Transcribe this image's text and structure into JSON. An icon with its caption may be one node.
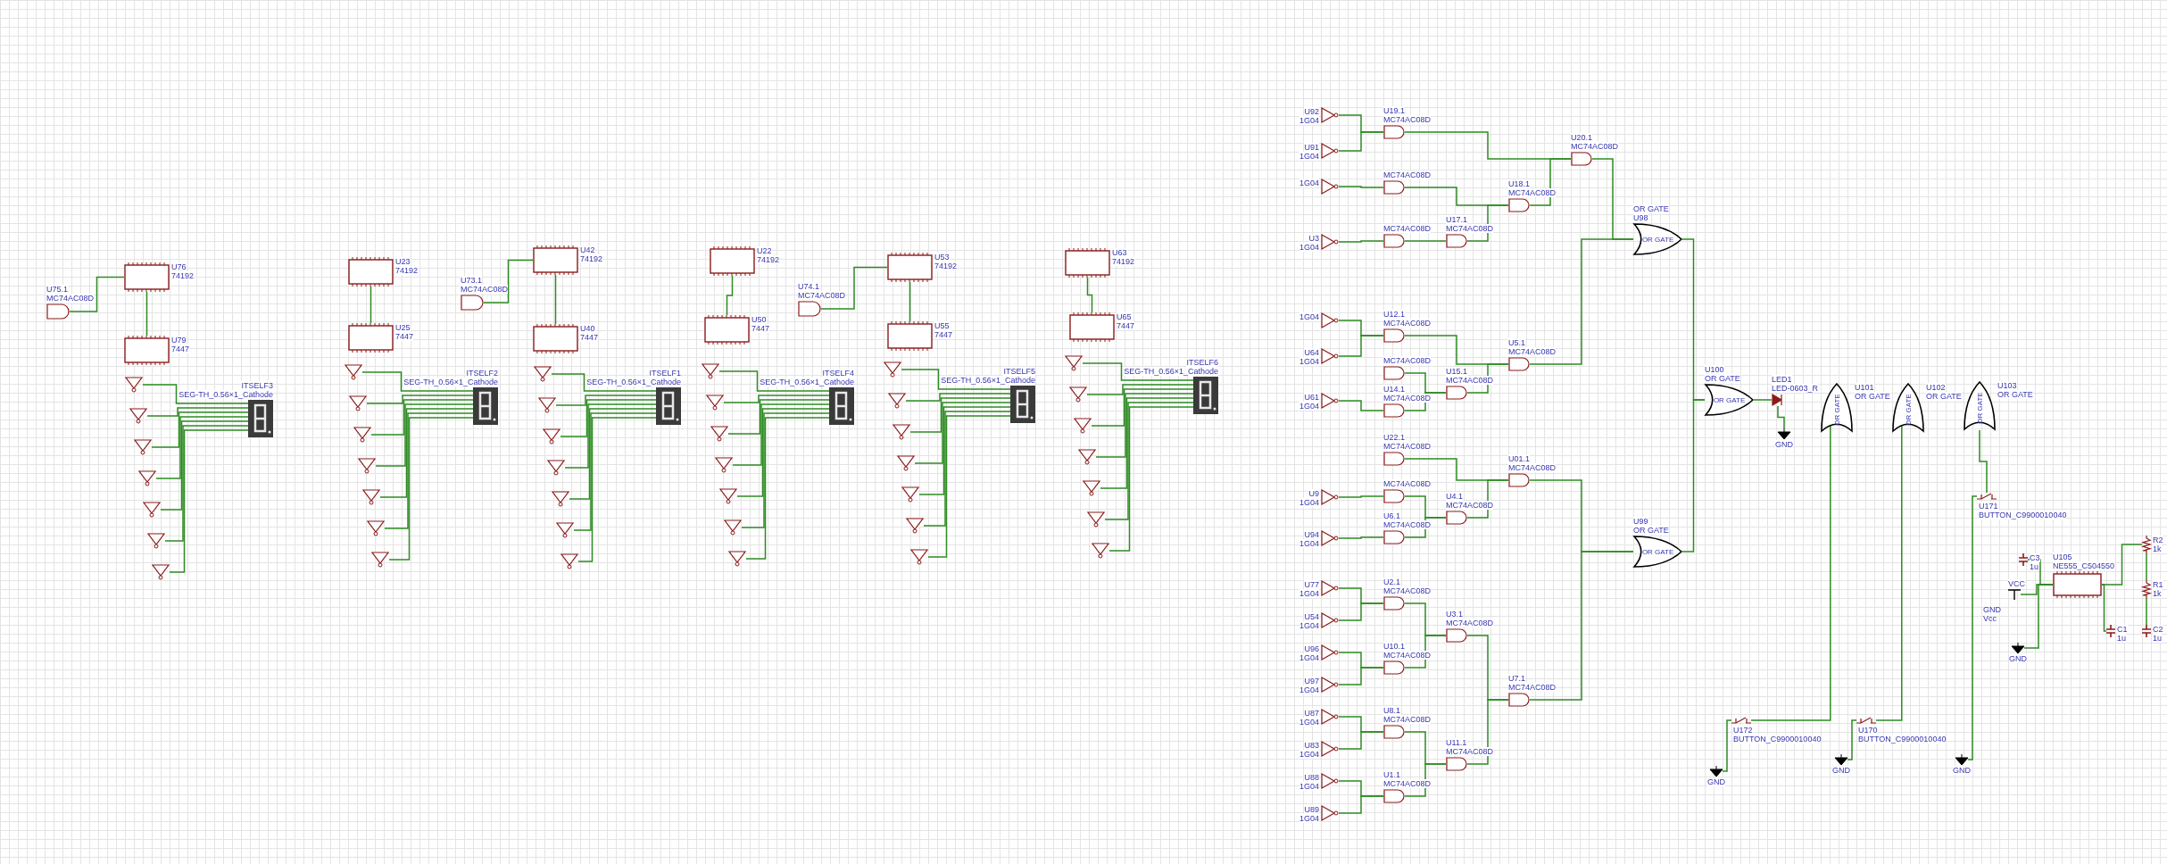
{
  "diagram": {
    "nodes": [
      {
        "text": [
          "U76",
          "74192"
        ]
      },
      {
        "text": [
          "U79",
          "7447"
        ]
      },
      {
        "text": [],
        "shape": "triangle"
      },
      {
        "text": [],
        "shape": "triangle"
      },
      {
        "text": [],
        "shape": "triangle"
      },
      {
        "text": [],
        "shape": "triangle"
      },
      {
        "text": [],
        "shape": "triangle"
      },
      {
        "text": [],
        "shape": "triangle"
      },
      {
        "text": [],
        "shape": "triangle"
      },
      {
        "text": [
          "ITSELF3",
          "SEG-TH_0.56×1_Cathode"
        ]
      },
      {
        "text": [
          "U23",
          "74192"
        ]
      },
      {
        "text": [
          "U25",
          "7447"
        ]
      },
      {
        "text": [],
        "shape": "triangle"
      },
      {
        "text": [],
        "shape": "triangle"
      },
      {
        "text": [],
        "shape": "triangle"
      },
      {
        "text": [],
        "shape": "triangle"
      },
      {
        "text": [],
        "shape": "triangle"
      },
      {
        "text": [],
        "shape": "triangle"
      },
      {
        "text": [],
        "shape": "triangle"
      },
      {
        "text": [
          "ITSELF2",
          "SEG-TH_0.56×1_Cathode"
        ]
      },
      {
        "text": [
          "U42",
          "74192"
        ]
      },
      {
        "text": [
          "U40",
          "7447"
        ]
      },
      {
        "text": [],
        "shape": "triangle"
      },
      {
        "text": [],
        "shape": "triangle"
      },
      {
        "text": [],
        "shape": "triangle"
      },
      {
        "text": [],
        "shape": "triangle"
      },
      {
        "text": [],
        "shape": "triangle"
      },
      {
        "text": [],
        "shape": "triangle"
      },
      {
        "text": [],
        "shape": "triangle"
      },
      {
        "text": [
          "ITSELF1",
          "SEG-TH_0.56×1_Cathode"
        ]
      },
      {
        "text": [
          "U22",
          "74192"
        ]
      },
      {
        "text": [
          "U50",
          "7447"
        ]
      },
      {
        "text": [],
        "shape": "triangle"
      },
      {
        "text": [],
        "shape": "triangle"
      },
      {
        "text": [],
        "shape": "triangle"
      },
      {
        "text": [],
        "shape": "triangle"
      },
      {
        "text": [],
        "shape": "triangle"
      },
      {
        "text": [],
        "shape": "triangle"
      },
      {
        "text": [],
        "shape": "triangle"
      },
      {
        "text": [
          "ITSELF4",
          "SEG-TH_0.56×1_Cathode"
        ]
      },
      {
        "text": [
          "U53",
          "74192"
        ]
      },
      {
        "text": [
          "U55",
          "7447"
        ]
      },
      {
        "text": [],
        "shape": "triangle"
      },
      {
        "text": [],
        "shape": "triangle"
      },
      {
        "text": [],
        "shape": "triangle"
      },
      {
        "text": [],
        "shape": "triangle"
      },
      {
        "text": [],
        "shape": "triangle"
      },
      {
        "text": [],
        "shape": "triangle"
      },
      {
        "text": [],
        "shape": "triangle"
      },
      {
        "text": [
          "ITSELF5",
          "SEG-TH_0.56×1_Cathode"
        ]
      },
      {
        "text": [
          "U63",
          "74192"
        ]
      },
      {
        "text": [
          "U65",
          "7447"
        ]
      },
      {
        "text": [],
        "shape": "triangle"
      },
      {
        "text": [],
        "shape": "triangle"
      },
      {
        "text": [],
        "shape": "triangle"
      },
      {
        "text": [],
        "shape": "triangle"
      },
      {
        "text": [],
        "shape": "triangle"
      },
      {
        "text": [],
        "shape": "triangle"
      },
      {
        "text": [],
        "shape": "triangle"
      },
      {
        "text": [
          "ITSELF6",
          "SEG-TH_0.56×1_Cathode"
        ]
      },
      {
        "text": [
          "U75.1",
          "MC74AC08D"
        ]
      },
      {
        "text": [
          "U73.1",
          "MC74AC08D"
        ]
      },
      {
        "text": [
          "U74.1",
          "MC74AC08D"
        ]
      },
      {
        "text": [
          "U92",
          "1G04"
        ]
      },
      {
        "text": [
          "U91",
          "1G04"
        ]
      },
      {
        "text": [
          "1G04"
        ]
      },
      {
        "text": [
          "U19.1",
          "MC74AC08D"
        ]
      },
      {
        "text": [
          "MC74AC08D"
        ]
      },
      {
        "text": [
          "U3",
          "1G04"
        ]
      },
      {
        "text": [
          "MC74AC08D"
        ]
      },
      {
        "text": [
          "U17.1",
          "MC74AC08D"
        ]
      },
      {
        "text": [
          "U18.1",
          "MC74AC08D"
        ]
      },
      {
        "text": [
          "U20.1",
          "MC74AC08D"
        ]
      },
      {
        "text": [
          "OR GATE",
          "U98",
          "OR GATE"
        ]
      },
      {
        "text": [
          "1G04"
        ]
      },
      {
        "text": [
          "U64",
          "1G04"
        ]
      },
      {
        "text": [
          "U12.1",
          "MC74AC08D"
        ]
      },
      {
        "text": [
          "MC74AC08D"
        ]
      },
      {
        "text": [
          "U61",
          "1G04"
        ]
      },
      {
        "text": [
          "U14.1",
          "MC74AC08D"
        ]
      },
      {
        "text": [
          "U15.1",
          "MC74AC08D"
        ]
      },
      {
        "text": [
          "U5.1",
          "MC74AC08D"
        ]
      },
      {
        "text": [
          "U22.1",
          "MC74AC08D"
        ]
      },
      {
        "text": [
          "U9",
          "1G04"
        ]
      },
      {
        "text": [
          "MC74AC08D"
        ]
      },
      {
        "text": [
          "U94",
          "1G04"
        ]
      },
      {
        "text": [
          "U6.1",
          "MC74AC08D"
        ]
      },
      {
        "text": [
          "U4.1",
          "MC74AC08D"
        ]
      },
      {
        "text": [
          "U01.1",
          "MC74AC08D"
        ]
      },
      {
        "text": [
          "U99",
          "OR GATE",
          "OR GATE"
        ]
      },
      {
        "text": [
          "U77",
          "1G04"
        ]
      },
      {
        "text": [
          "U54",
          "1G04"
        ]
      },
      {
        "text": [
          "U96",
          "1G04"
        ]
      },
      {
        "text": [
          "U97",
          "1G04"
        ]
      },
      {
        "text": [
          "U87",
          "1G04"
        ]
      },
      {
        "text": [
          "U83",
          "1G04"
        ]
      },
      {
        "text": [
          "U88",
          "1G04"
        ]
      },
      {
        "text": [
          "U89",
          "1G04"
        ]
      },
      {
        "text": [
          "U2.1",
          "MC74AC08D"
        ]
      },
      {
        "text": [
          "U10.1",
          "MC74AC08D"
        ]
      },
      {
        "text": [
          "U3.1",
          "MC74AC08D"
        ]
      },
      {
        "text": [
          "U8.1",
          "MC74AC08D"
        ]
      },
      {
        "text": [
          "U1.1",
          "MC74AC08D"
        ]
      },
      {
        "text": [
          "U11.1",
          "MC74AC08D"
        ]
      },
      {
        "text": [
          "U7.1",
          "MC74AC08D"
        ]
      },
      {
        "text": [
          "U100",
          "OR GATE",
          "OR GATE"
        ]
      },
      {
        "text": [
          "LED1",
          "LED-0603_R"
        ]
      },
      {
        "text": [
          "GND"
        ]
      },
      {
        "text": [
          "U101",
          "OR GATE",
          "OR GATE"
        ]
      },
      {
        "text": [
          "U102",
          "OR GATE",
          "OR GATE"
        ]
      },
      {
        "text": [
          "U103",
          "OR GATE",
          "OR GATE"
        ]
      },
      {
        "text": [
          "U172",
          "BUTTON_C9900010040"
        ]
      },
      {
        "text": [
          "GND"
        ]
      },
      {
        "text": [
          "U170",
          "BUTTON_C9900010040"
        ]
      },
      {
        "text": [
          "GND"
        ]
      },
      {
        "text": [
          "U171",
          "BUTTON_C9900010040"
        ]
      },
      {
        "text": [
          "GND"
        ]
      },
      {
        "text": [
          "U105",
          "NE555_C504550"
        ]
      },
      {
        "text": [
          "VCC"
        ]
      },
      {
        "text": [
          "GND"
        ]
      },
      {
        "text": [
          "C3",
          "1u"
        ]
      },
      {
        "text": [
          "R2",
          "1k"
        ]
      },
      {
        "text": [
          "R1",
          "1k"
        ]
      },
      {
        "text": [
          "C1",
          "1u"
        ]
      },
      {
        "text": [
          "C2",
          "1u"
        ]
      }
    ],
    "edges": [
      {
        "from": 0,
        "to": 1,
        "arrow": "none"
      },
      {
        "from": 2,
        "to": 9,
        "arrow": "none"
      },
      {
        "from": 3,
        "to": 9,
        "arrow": "none"
      },
      {
        "from": 4,
        "to": 9,
        "arrow": "none"
      },
      {
        "from": 5,
        "to": 9,
        "arrow": "none"
      },
      {
        "from": 6,
        "to": 9,
        "arrow": "none"
      },
      {
        "from": 7,
        "to": 9,
        "arrow": "none"
      },
      {
        "from": 8,
        "to": 9,
        "arrow": "none"
      },
      {
        "from": 10,
        "to": 11,
        "arrow": "none"
      },
      {
        "from": 12,
        "to": 19,
        "arrow": "none"
      },
      {
        "from": 13,
        "to": 19,
        "arrow": "none"
      },
      {
        "from": 14,
        "to": 19,
        "arrow": "none"
      },
      {
        "from": 15,
        "to": 19,
        "arrow": "none"
      },
      {
        "from": 16,
        "to": 19,
        "arrow": "none"
      },
      {
        "from": 17,
        "to": 19,
        "arrow": "none"
      },
      {
        "from": 18,
        "to": 19,
        "arrow": "none"
      },
      {
        "from": 20,
        "to": 21,
        "arrow": "none"
      },
      {
        "from": 22,
        "to": 29,
        "arrow": "none"
      },
      {
        "from": 23,
        "to": 29,
        "arrow": "none"
      },
      {
        "from": 24,
        "to": 29,
        "arrow": "none"
      },
      {
        "from": 25,
        "to": 29,
        "arrow": "none"
      },
      {
        "from": 26,
        "to": 29,
        "arrow": "none"
      },
      {
        "from": 27,
        "to": 29,
        "arrow": "none"
      },
      {
        "from": 28,
        "to": 29,
        "arrow": "none"
      },
      {
        "from": 30,
        "to": 31,
        "arrow": "none"
      },
      {
        "from": 32,
        "to": 39,
        "arrow": "none"
      },
      {
        "from": 33,
        "to": 39,
        "arrow": "none"
      },
      {
        "from": 34,
        "to": 39,
        "arrow": "none"
      },
      {
        "from": 35,
        "to": 39,
        "arrow": "none"
      },
      {
        "from": 36,
        "to": 39,
        "arrow": "none"
      },
      {
        "from": 37,
        "to": 39,
        "arrow": "none"
      },
      {
        "from": 38,
        "to": 39,
        "arrow": "none"
      },
      {
        "from": 40,
        "to": 41,
        "arrow": "none"
      },
      {
        "from": 42,
        "to": 49,
        "arrow": "none"
      },
      {
        "from": 43,
        "to": 49,
        "arrow": "none"
      },
      {
        "from": 44,
        "to": 49,
        "arrow": "none"
      },
      {
        "from": 45,
        "to": 49,
        "arrow": "none"
      },
      {
        "from": 46,
        "to": 49,
        "arrow": "none"
      },
      {
        "from": 47,
        "to": 49,
        "arrow": "none"
      },
      {
        "from": 48,
        "to": 49,
        "arrow": "none"
      },
      {
        "from": 50,
        "to": 51,
        "arrow": "none"
      },
      {
        "from": 52,
        "to": 59,
        "arrow": "none"
      },
      {
        "from": 53,
        "to": 59,
        "arrow": "none"
      },
      {
        "from": 54,
        "to": 59,
        "arrow": "none"
      },
      {
        "from": 55,
        "to": 59,
        "arrow": "none"
      },
      {
        "from": 56,
        "to": 59,
        "arrow": "none"
      },
      {
        "from": 57,
        "to": 59,
        "arrow": "none"
      },
      {
        "from": 58,
        "to": 59,
        "arrow": "none"
      },
      {
        "from": 60,
        "to": 0,
        "arrow": "none"
      },
      {
        "from": 61,
        "to": 20,
        "arrow": "none"
      },
      {
        "from": 62,
        "to": 40,
        "arrow": "none"
      },
      {
        "from": 63,
        "to": 66,
        "arrow": "none"
      },
      {
        "from": 64,
        "to": 66,
        "arrow": "none"
      },
      {
        "from": 65,
        "to": 67,
        "arrow": "none"
      },
      {
        "from": 68,
        "to": 69,
        "arrow": "none"
      },
      {
        "from": 69,
        "to": 70,
        "arrow": "none"
      },
      {
        "from": 66,
        "to": 72,
        "arrow": "none"
      },
      {
        "from": 67,
        "to": 71,
        "arrow": "none"
      },
      {
        "from": 70,
        "to": 71,
        "arrow": "none"
      },
      {
        "from": 71,
        "to": 72,
        "arrow": "none"
      },
      {
        "from": 72,
        "to": 73,
        "arrow": "none"
      },
      {
        "from": 74,
        "to": 76,
        "arrow": "none"
      },
      {
        "from": 75,
        "to": 76,
        "arrow": "none"
      },
      {
        "from": 78,
        "to": 79,
        "arrow": "none"
      },
      {
        "from": 76,
        "to": 81,
        "arrow": "none"
      },
      {
        "from": 77,
        "to": 80,
        "arrow": "none"
      },
      {
        "from": 79,
        "to": 80,
        "arrow": "none"
      },
      {
        "from": 80,
        "to": 81,
        "arrow": "none"
      },
      {
        "from": 81,
        "to": 73,
        "arrow": "none"
      },
      {
        "from": 83,
        "to": 84,
        "arrow": "none"
      },
      {
        "from": 85,
        "to": 86,
        "arrow": "none"
      },
      {
        "from": 82,
        "to": 88,
        "arrow": "none"
      },
      {
        "from": 84,
        "to": 87,
        "arrow": "none"
      },
      {
        "from": 86,
        "to": 87,
        "arrow": "none"
      },
      {
        "from": 87,
        "to": 88,
        "arrow": "none"
      },
      {
        "from": 88,
        "to": 89,
        "arrow": "none"
      },
      {
        "from": 90,
        "to": 98,
        "arrow": "none"
      },
      {
        "from": 91,
        "to": 98,
        "arrow": "none"
      },
      {
        "from": 92,
        "to": 99,
        "arrow": "none"
      },
      {
        "from": 93,
        "to": 99,
        "arrow": "none"
      },
      {
        "from": 94,
        "to": 101,
        "arrow": "none"
      },
      {
        "from": 95,
        "to": 101,
        "arrow": "none"
      },
      {
        "from": 96,
        "to": 102,
        "arrow": "none"
      },
      {
        "from": 97,
        "to": 102,
        "arrow": "none"
      },
      {
        "from": 98,
        "to": 100,
        "arrow": "none"
      },
      {
        "from": 99,
        "to": 100,
        "arrow": "none"
      },
      {
        "from": 101,
        "to": 103,
        "arrow": "none"
      },
      {
        "from": 102,
        "to": 103,
        "arrow": "none"
      },
      {
        "from": 100,
        "to": 104,
        "arrow": "none"
      },
      {
        "from": 103,
        "to": 104,
        "arrow": "none"
      },
      {
        "from": 104,
        "to": 89,
        "arrow": "none"
      },
      {
        "from": 73,
        "to": 105,
        "arrow": "none"
      },
      {
        "from": 89,
        "to": 105,
        "arrow": "none"
      },
      {
        "from": 105,
        "to": 106,
        "arrow": "none"
      },
      {
        "from": 106,
        "to": 107,
        "arrow": "none"
      },
      {
        "from": 111,
        "to": 108,
        "arrow": "none"
      },
      {
        "from": 111,
        "to": 112,
        "arrow": "none"
      },
      {
        "from": 113,
        "to": 109,
        "arrow": "none"
      },
      {
        "from": 113,
        "to": 114,
        "arrow": "none"
      },
      {
        "from": 115,
        "to": 110,
        "arrow": "none"
      },
      {
        "from": 115,
        "to": 116,
        "arrow": "none"
      },
      {
        "from": 118,
        "to": 117,
        "arrow": "none"
      },
      {
        "from": 119,
        "to": 117,
        "arrow": "none"
      },
      {
        "from": 120,
        "to": 117,
        "arrow": "none"
      },
      {
        "from": 121,
        "to": 117,
        "arrow": "none"
      },
      {
        "from": 122,
        "to": 121,
        "arrow": "none"
      },
      {
        "from": 123,
        "to": 117,
        "arrow": "none"
      },
      {
        "from": 124,
        "to": 122,
        "arrow": "none"
      }
    ],
    "labels": [
      "GND",
      "Vcc"
    ]
  }
}
